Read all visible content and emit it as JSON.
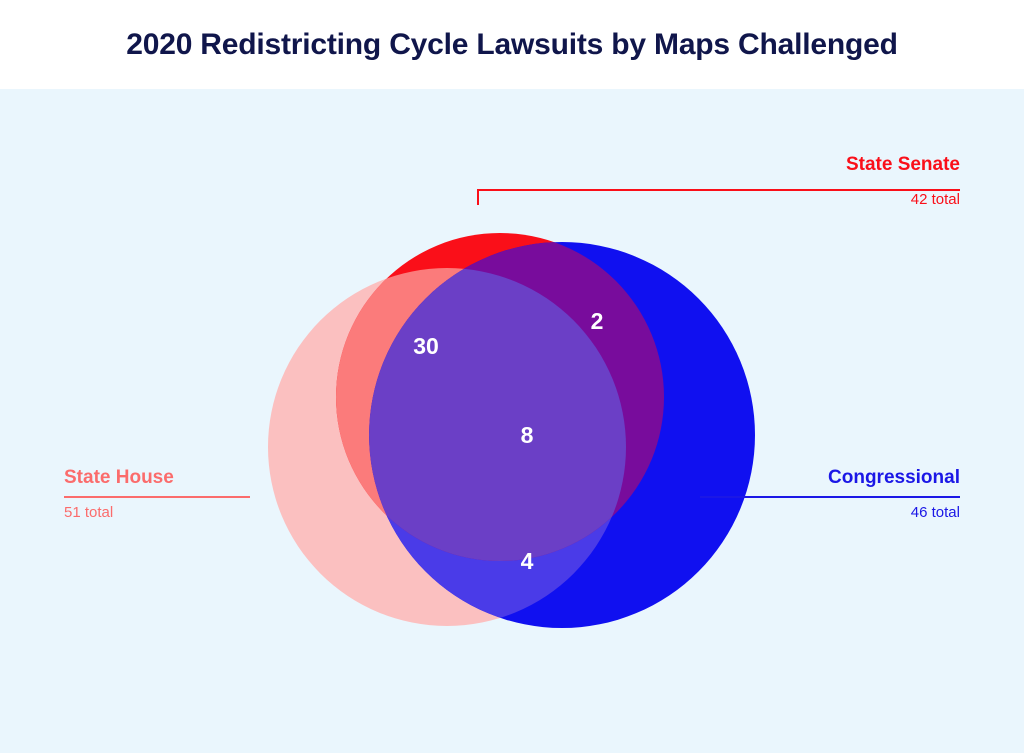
{
  "header": {
    "title": "2020 Redistricting Cycle Lawsuits by Maps Challenged"
  },
  "colors": {
    "background": "#EAF6FD",
    "title_bar": "#ffffff",
    "title_text": "#10164B",
    "state_senate": "#FA0F19",
    "state_house": "#FB6C6C",
    "state_house_fill": "#FBC0C0",
    "congressional": "#1B17E6",
    "count_text": "#ffffff"
  },
  "legend": {
    "state_senate": {
      "label": "State Senate",
      "total": "42 total"
    },
    "state_house": {
      "label": "State House",
      "total": "51 total"
    },
    "congressional": {
      "label": "Congressional",
      "total": "46 total"
    }
  },
  "chart_data": {
    "type": "venn",
    "title": "2020 Redistricting Cycle Lawsuits by Maps Challenged",
    "sets": [
      {
        "name": "State House",
        "total": 51,
        "color": "#FB6C6C"
      },
      {
        "name": "State Senate",
        "total": 42,
        "color": "#FA0F19"
      },
      {
        "name": "Congressional",
        "total": 46,
        "color": "#1B17E6"
      }
    ],
    "regions": [
      {
        "id": "house-senate",
        "label": "State House ∩ State Senate",
        "value": 30,
        "display": "30"
      },
      {
        "id": "senate-congressional",
        "label": "State Senate ∩ Congressional",
        "value": 2,
        "display": "2"
      },
      {
        "id": "house-senate-congressional",
        "label": "State House ∩ State Senate ∩ Congressional",
        "value": 8,
        "display": "8"
      },
      {
        "id": "house-congressional",
        "label": "State House ∩ Congressional",
        "value": 4,
        "display": "4"
      }
    ],
    "labeled_values": [
      30,
      2,
      8,
      4
    ],
    "legend_position": "around-diagram"
  }
}
